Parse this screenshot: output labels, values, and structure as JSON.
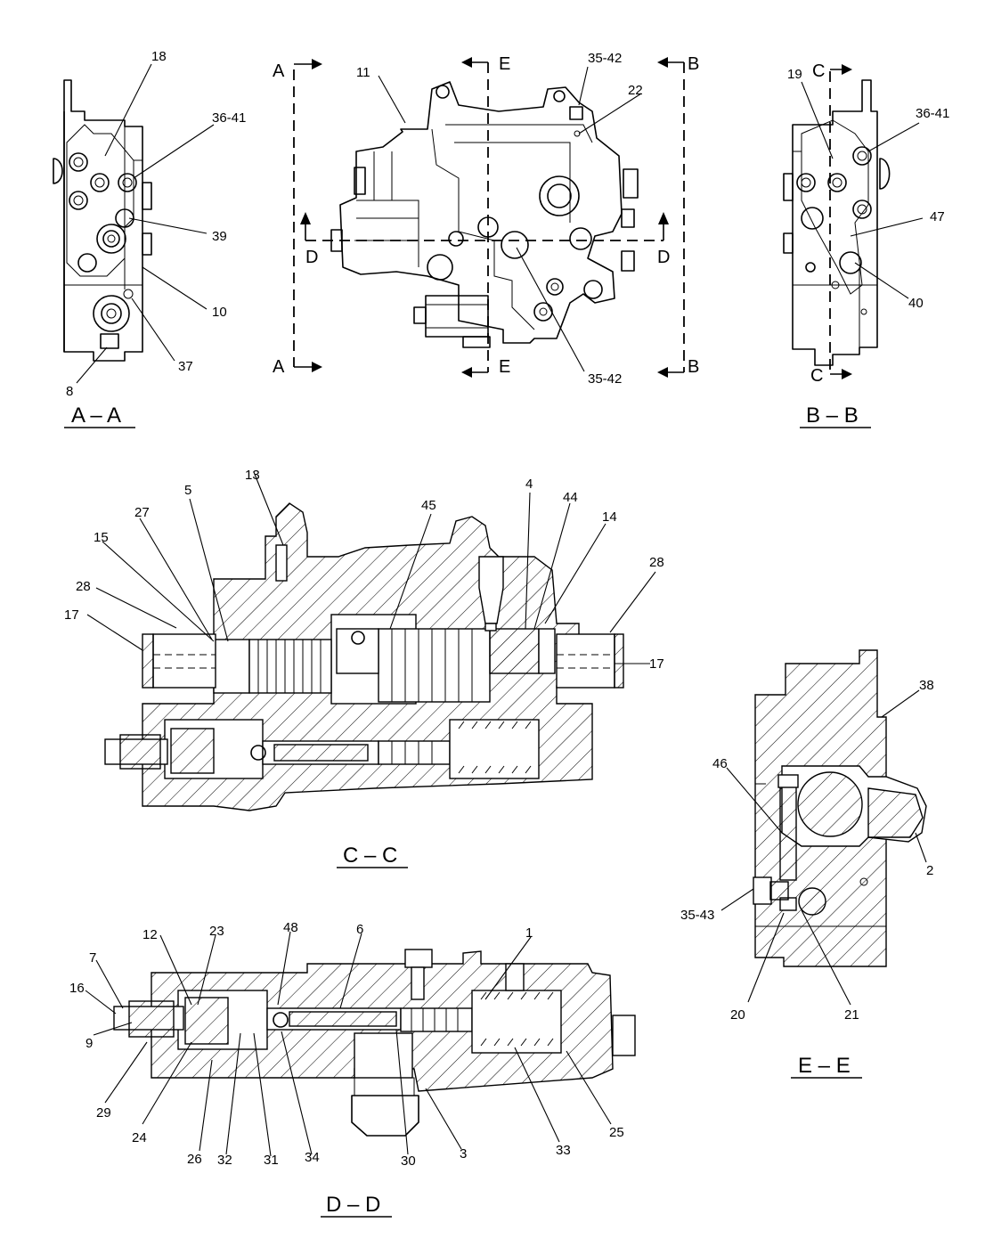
{
  "views": {
    "aa": {
      "title": "A – A"
    },
    "bb": {
      "title": "B – B"
    },
    "cc": {
      "title": "C – C"
    },
    "dd": {
      "title": "D – D"
    },
    "ee": {
      "title": "E – E"
    }
  },
  "section_markers": {
    "a_top": "A",
    "a_bottom": "A",
    "b_top": "B",
    "b_bottom": "B",
    "e_top": "E",
    "e_bottom": "E",
    "d_left": "D",
    "d_right": "D",
    "c_top": "C",
    "c_bottom": "C"
  },
  "callouts": {
    "aa": [
      "18",
      "36-41",
      "39",
      "10",
      "37",
      "8"
    ],
    "front": [
      "11",
      "35-42",
      "22",
      "35-42"
    ],
    "bb": [
      "19",
      "36-41",
      "47",
      "40"
    ],
    "cc": [
      "13",
      "5",
      "27",
      "15",
      "28",
      "17",
      "45",
      "4",
      "44",
      "14",
      "28",
      "17"
    ],
    "dd": [
      "12",
      "23",
      "48",
      "6",
      "1",
      "7",
      "16",
      "9",
      "29",
      "24",
      "26",
      "32",
      "31",
      "34",
      "30",
      "3",
      "33",
      "25"
    ],
    "ee": [
      "38",
      "46",
      "2",
      "35-43",
      "20",
      "21"
    ]
  }
}
